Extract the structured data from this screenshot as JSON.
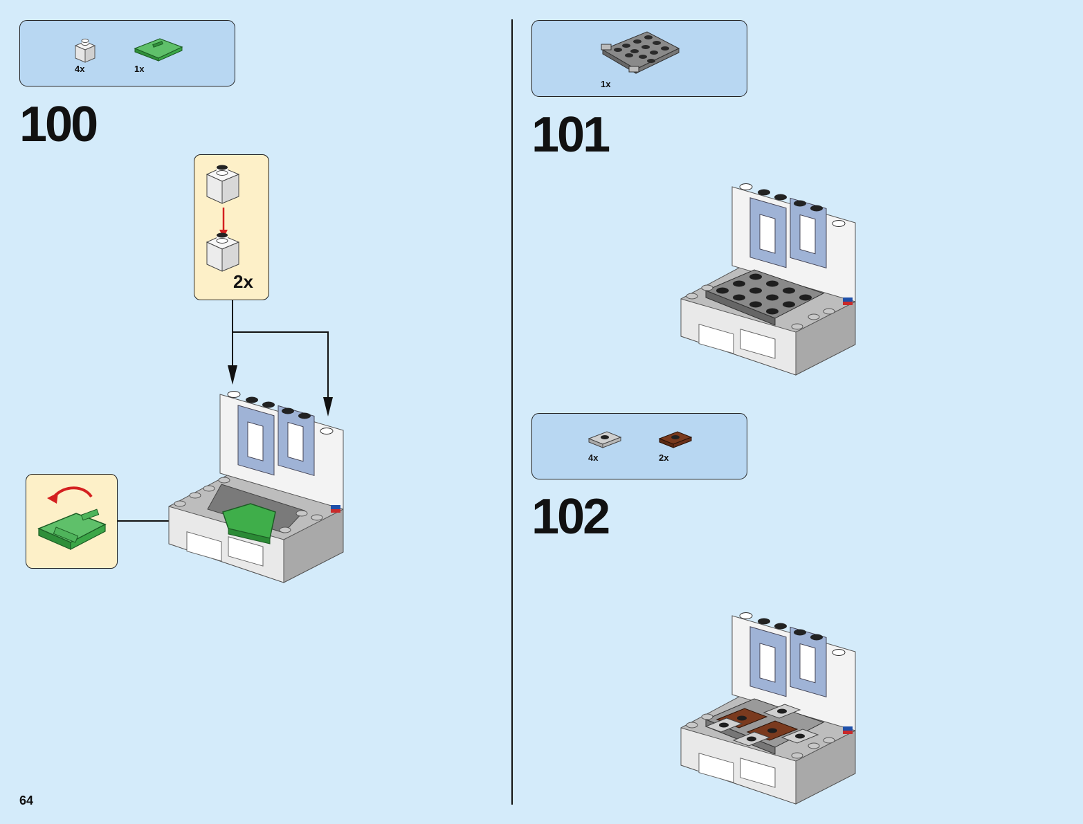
{
  "page": {
    "number": "64"
  },
  "steps": [
    {
      "number": "100",
      "parts": [
        {
          "icon": "white-brick-1x1-icon",
          "qty": "4x"
        },
        {
          "icon": "green-suitcase-icon",
          "qty": "1x"
        }
      ],
      "callouts": [
        {
          "name": "stack-bricks-callout",
          "qty": "2x"
        },
        {
          "name": "rotate-suitcase-callout"
        }
      ]
    },
    {
      "number": "101",
      "parts": [
        {
          "icon": "dark-grey-hinge-plate-icon",
          "qty": "1x"
        }
      ]
    },
    {
      "number": "102",
      "parts": [
        {
          "icon": "light-grey-jumper-plate-icon",
          "qty": "4x"
        },
        {
          "icon": "brown-jumper-plate-icon",
          "qty": "2x"
        }
      ]
    }
  ],
  "colors": {
    "background": "#d4ebfa",
    "parts_box": "#b8d7f2",
    "callout": "#fdf0c8",
    "arrow_red": "#d42020",
    "green": "#3cae4a",
    "window_blue": "#8fa6cc"
  }
}
